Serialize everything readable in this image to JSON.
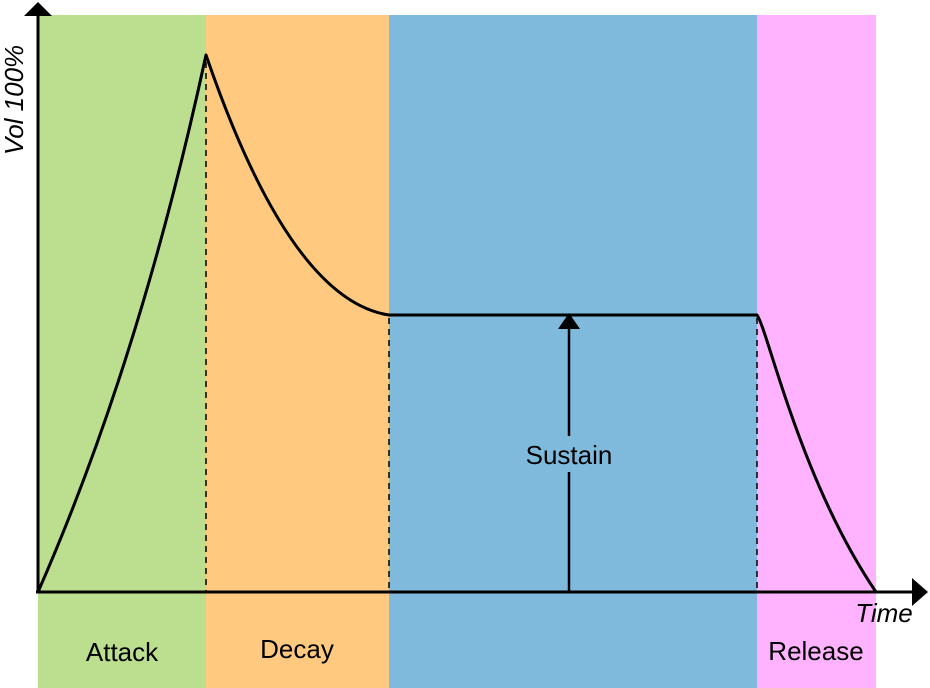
{
  "axes": {
    "y_label": "Vol 100%",
    "x_label": "Time"
  },
  "phases": [
    {
      "label": "Attack",
      "color": "#BBDE8F"
    },
    {
      "label": "Decay",
      "color": "#FFCA7F"
    },
    {
      "label": "",
      "color": "#7FBADD"
    },
    {
      "label": "Release",
      "color": "#FFB3FF"
    }
  ],
  "sustain_label": "Sustain"
}
